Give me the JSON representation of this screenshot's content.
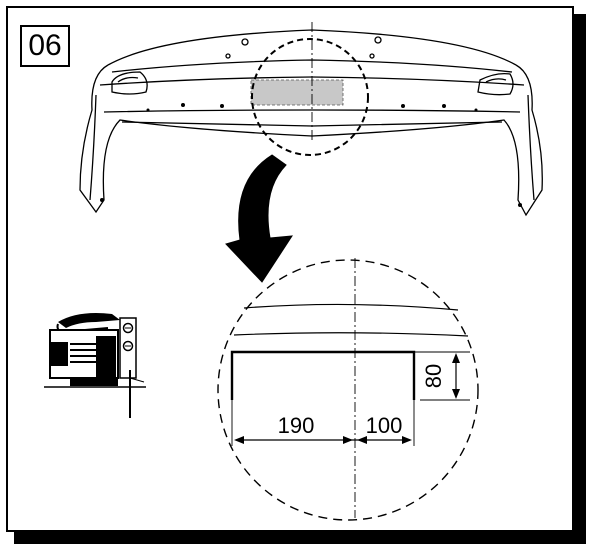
{
  "step": {
    "number": "06"
  },
  "dimensions": {
    "left": "190",
    "right": "100",
    "height": "80"
  },
  "colors": {
    "ink": "#000000",
    "cutout_fill": "#c8c8c8",
    "background": "#ffffff"
  },
  "icons": {
    "tool": "jigsaw-icon",
    "arrow": "curved-arrow-icon"
  }
}
